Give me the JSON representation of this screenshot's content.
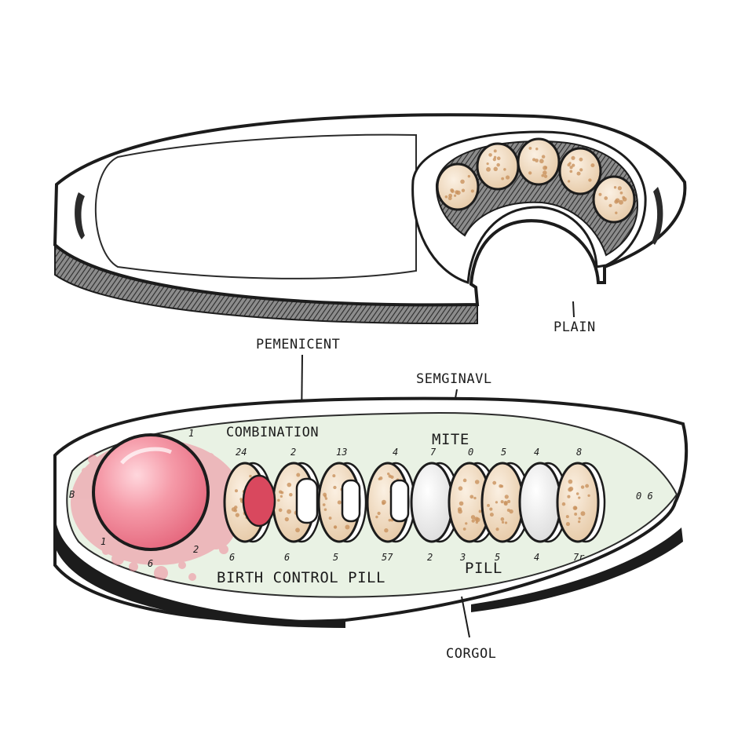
{
  "labels": {
    "plain": "PLAIN",
    "pemenicent": "PEMENICENT",
    "semginavl": "SEMGINAVL",
    "combination": "COMBINATION",
    "mite": "MITE",
    "birth_control_pill": "BIRTH CONTROL PILL",
    "pill": "PILL",
    "corgol": "CORGOL"
  },
  "numbers_top": [
    "24",
    "2",
    "13",
    "4",
    "7",
    "0",
    "5",
    "4",
    "8"
  ],
  "numbers_bottom": [
    "6",
    "6",
    "5",
    "57",
    "2",
    "3",
    "5",
    "4",
    "7r"
  ],
  "numbers_misc": {
    "big_pill_top": "1",
    "big_pill_left": "B",
    "big_pill_bl": "1",
    "big_pill_b": "6",
    "big_pill_br": "2",
    "right_end": "0 6"
  },
  "colors": {
    "ink": "#1c1c1c",
    "tray_fill": "#e9f2e4",
    "pill_pink": "#f08a9a",
    "pill_beige": "#f1dcc3",
    "speckle": "#c9925e"
  }
}
